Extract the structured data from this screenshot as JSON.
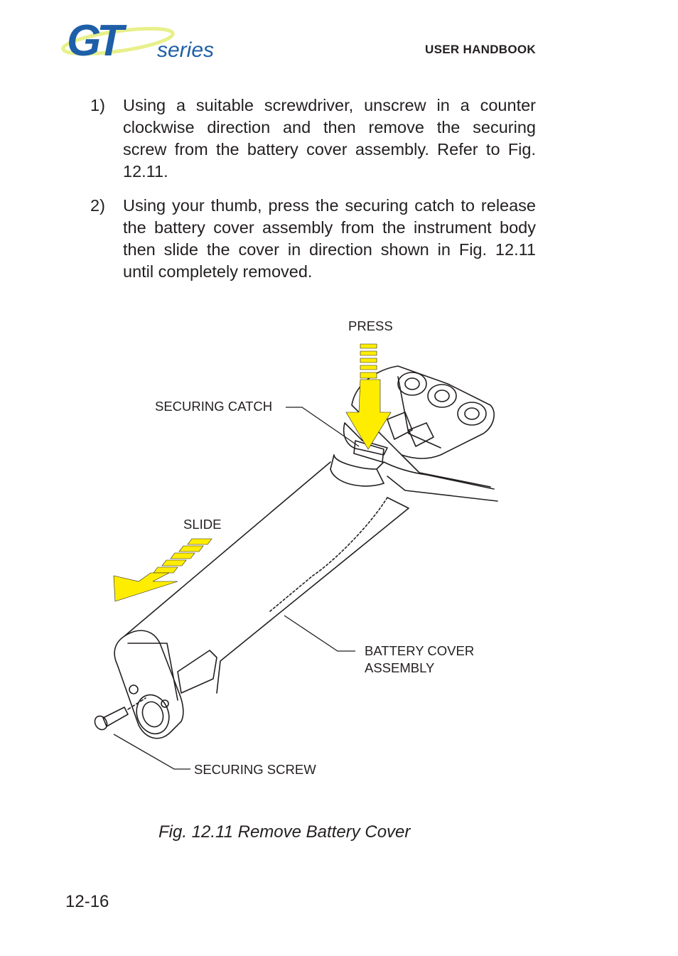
{
  "header": {
    "logo_text_gt": "GT",
    "logo_text_series": "series",
    "title": "USER HANDBOOK"
  },
  "steps": [
    {
      "number": "1)",
      "text": "Using a suitable screwdriver, unscrew in a counter clockwise direction and then remove the securing screw from the battery cover assembly. Refer to Fig. 12.11."
    },
    {
      "number": "2)",
      "text": "Using your thumb, press the securing catch to release the battery cover assembly from the instrument body then slide the cover in direction shown in Fig. 12.11 until completely removed."
    }
  ],
  "figure": {
    "callouts": {
      "press": "PRESS",
      "securing_catch": "SECURING CATCH",
      "slide": "SLIDE",
      "battery_cover": "BATTERY COVER\nASSEMBLY",
      "securing_screw": "SECURING SCREW"
    },
    "arrow_color": "#ffed00",
    "logo_color": "#1e5fa8"
  },
  "caption": "Fig. 12.11  Remove Battery Cover",
  "page_number": "12-16"
}
